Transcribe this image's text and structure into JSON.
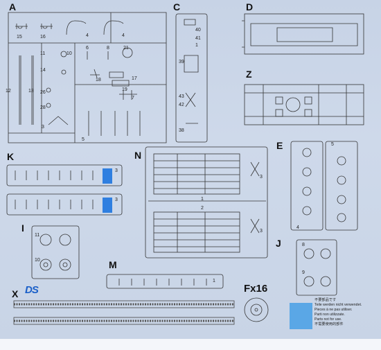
{
  "labels": {
    "a": "A",
    "c": "C",
    "d": "D",
    "z": "Z",
    "k": "K",
    "n": "N",
    "e": "E",
    "i": "I",
    "m": "M",
    "j": "J",
    "x": "X",
    "fx16": "Fx16"
  },
  "parts": {
    "a": [
      "15",
      "16",
      "4",
      "4",
      "11",
      "10",
      "6",
      "8",
      "21",
      "14",
      "12",
      "13",
      "26",
      "28",
      "3",
      "18",
      "17",
      "19",
      "7",
      "5"
    ],
    "c": [
      "40",
      "41",
      "1",
      "39",
      "43",
      "42",
      "38"
    ],
    "k": [
      "3",
      "3"
    ],
    "n": [
      "1",
      "2",
      "3",
      "3"
    ],
    "e": [
      "4",
      "5"
    ],
    "i": [
      "11",
      "10"
    ],
    "m": [
      "1"
    ],
    "j": [
      "8",
      "9"
    ]
  },
  "logo": "DS",
  "legend": [
    "不要部品です",
    "Teile werden nicht verwendet.",
    "Pieces à ne pas utiliser.",
    "Parti non utilizzate.",
    "Parts not for use.",
    "不需要使用的部件"
  ],
  "colors": {
    "background": "#c9d6e8",
    "unused_parts_highlight": "#5aa7e6",
    "logo": "#1a5fc8"
  }
}
